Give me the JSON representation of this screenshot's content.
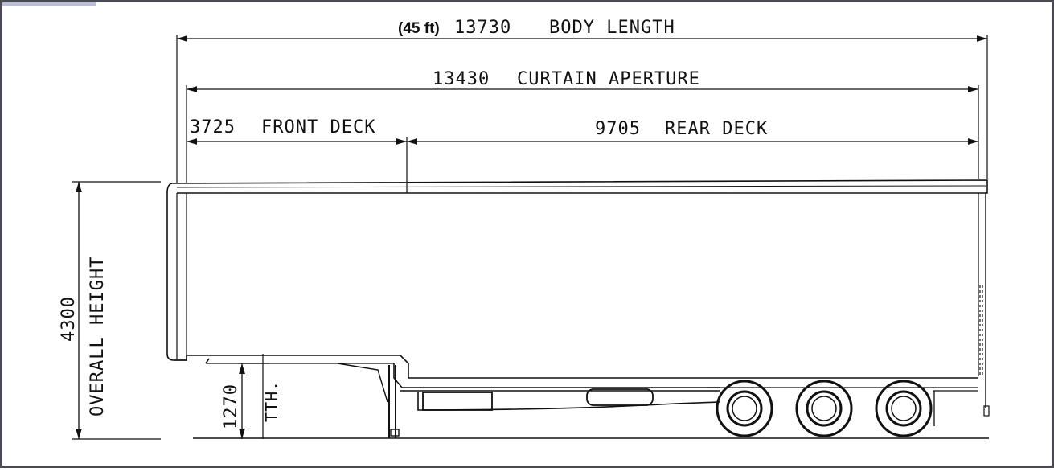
{
  "dimensions": {
    "body_length": {
      "prefix": "(45 ft)",
      "value": "13730",
      "label": "BODY LENGTH"
    },
    "curtain_aperture": {
      "value": "13430",
      "label": "CURTAIN APERTURE"
    },
    "front_deck": {
      "value": "3725",
      "label": "FRONT DECK"
    },
    "rear_deck": {
      "value": "9705",
      "label": "REAR DECK"
    },
    "overall_height": {
      "value": "4300",
      "label": "OVERALL HEIGHT"
    },
    "tth": {
      "value": "1270",
      "label": "TTH."
    }
  },
  "colors": {
    "frame_border": "#4a4a52",
    "corner_tab": "#b9bfd6",
    "line": "#111111",
    "background": "#ffffff"
  }
}
